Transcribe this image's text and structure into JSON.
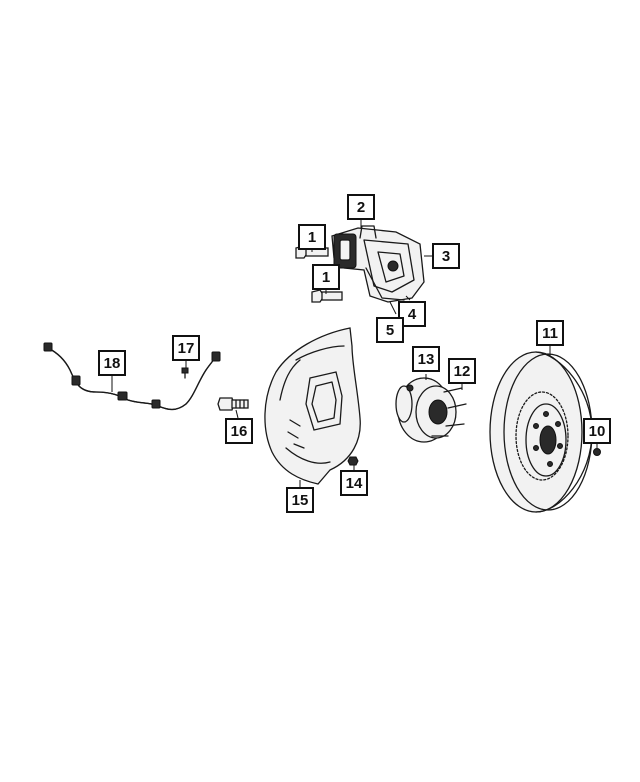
{
  "diagram": {
    "callouts": [
      {
        "id": "c1a",
        "label": "1",
        "part": "caliper-bolt"
      },
      {
        "id": "c1b",
        "label": "1",
        "part": "caliper-bolt"
      },
      {
        "id": "c2",
        "label": "2",
        "part": "brake-caliper"
      },
      {
        "id": "c3",
        "label": "3",
        "part": "caliper-bracket"
      },
      {
        "id": "c4",
        "label": "4",
        "part": "brake-pad"
      },
      {
        "id": "c5",
        "label": "5",
        "part": "brake-pad"
      },
      {
        "id": "c10",
        "label": "10",
        "part": "rotor-screw"
      },
      {
        "id": "c11",
        "label": "11",
        "part": "brake-rotor"
      },
      {
        "id": "c12",
        "label": "12",
        "part": "wheel-stud"
      },
      {
        "id": "c13",
        "label": "13",
        "part": "hub-bearing"
      },
      {
        "id": "c14",
        "label": "14",
        "part": "shield-bolt"
      },
      {
        "id": "c15",
        "label": "15",
        "part": "splash-shield"
      },
      {
        "id": "c16",
        "label": "16",
        "part": "hub-bolt"
      },
      {
        "id": "c17",
        "label": "17",
        "part": "sensor-bolt"
      },
      {
        "id": "c18",
        "label": "18",
        "part": "wheel-speed-sensor"
      }
    ]
  }
}
